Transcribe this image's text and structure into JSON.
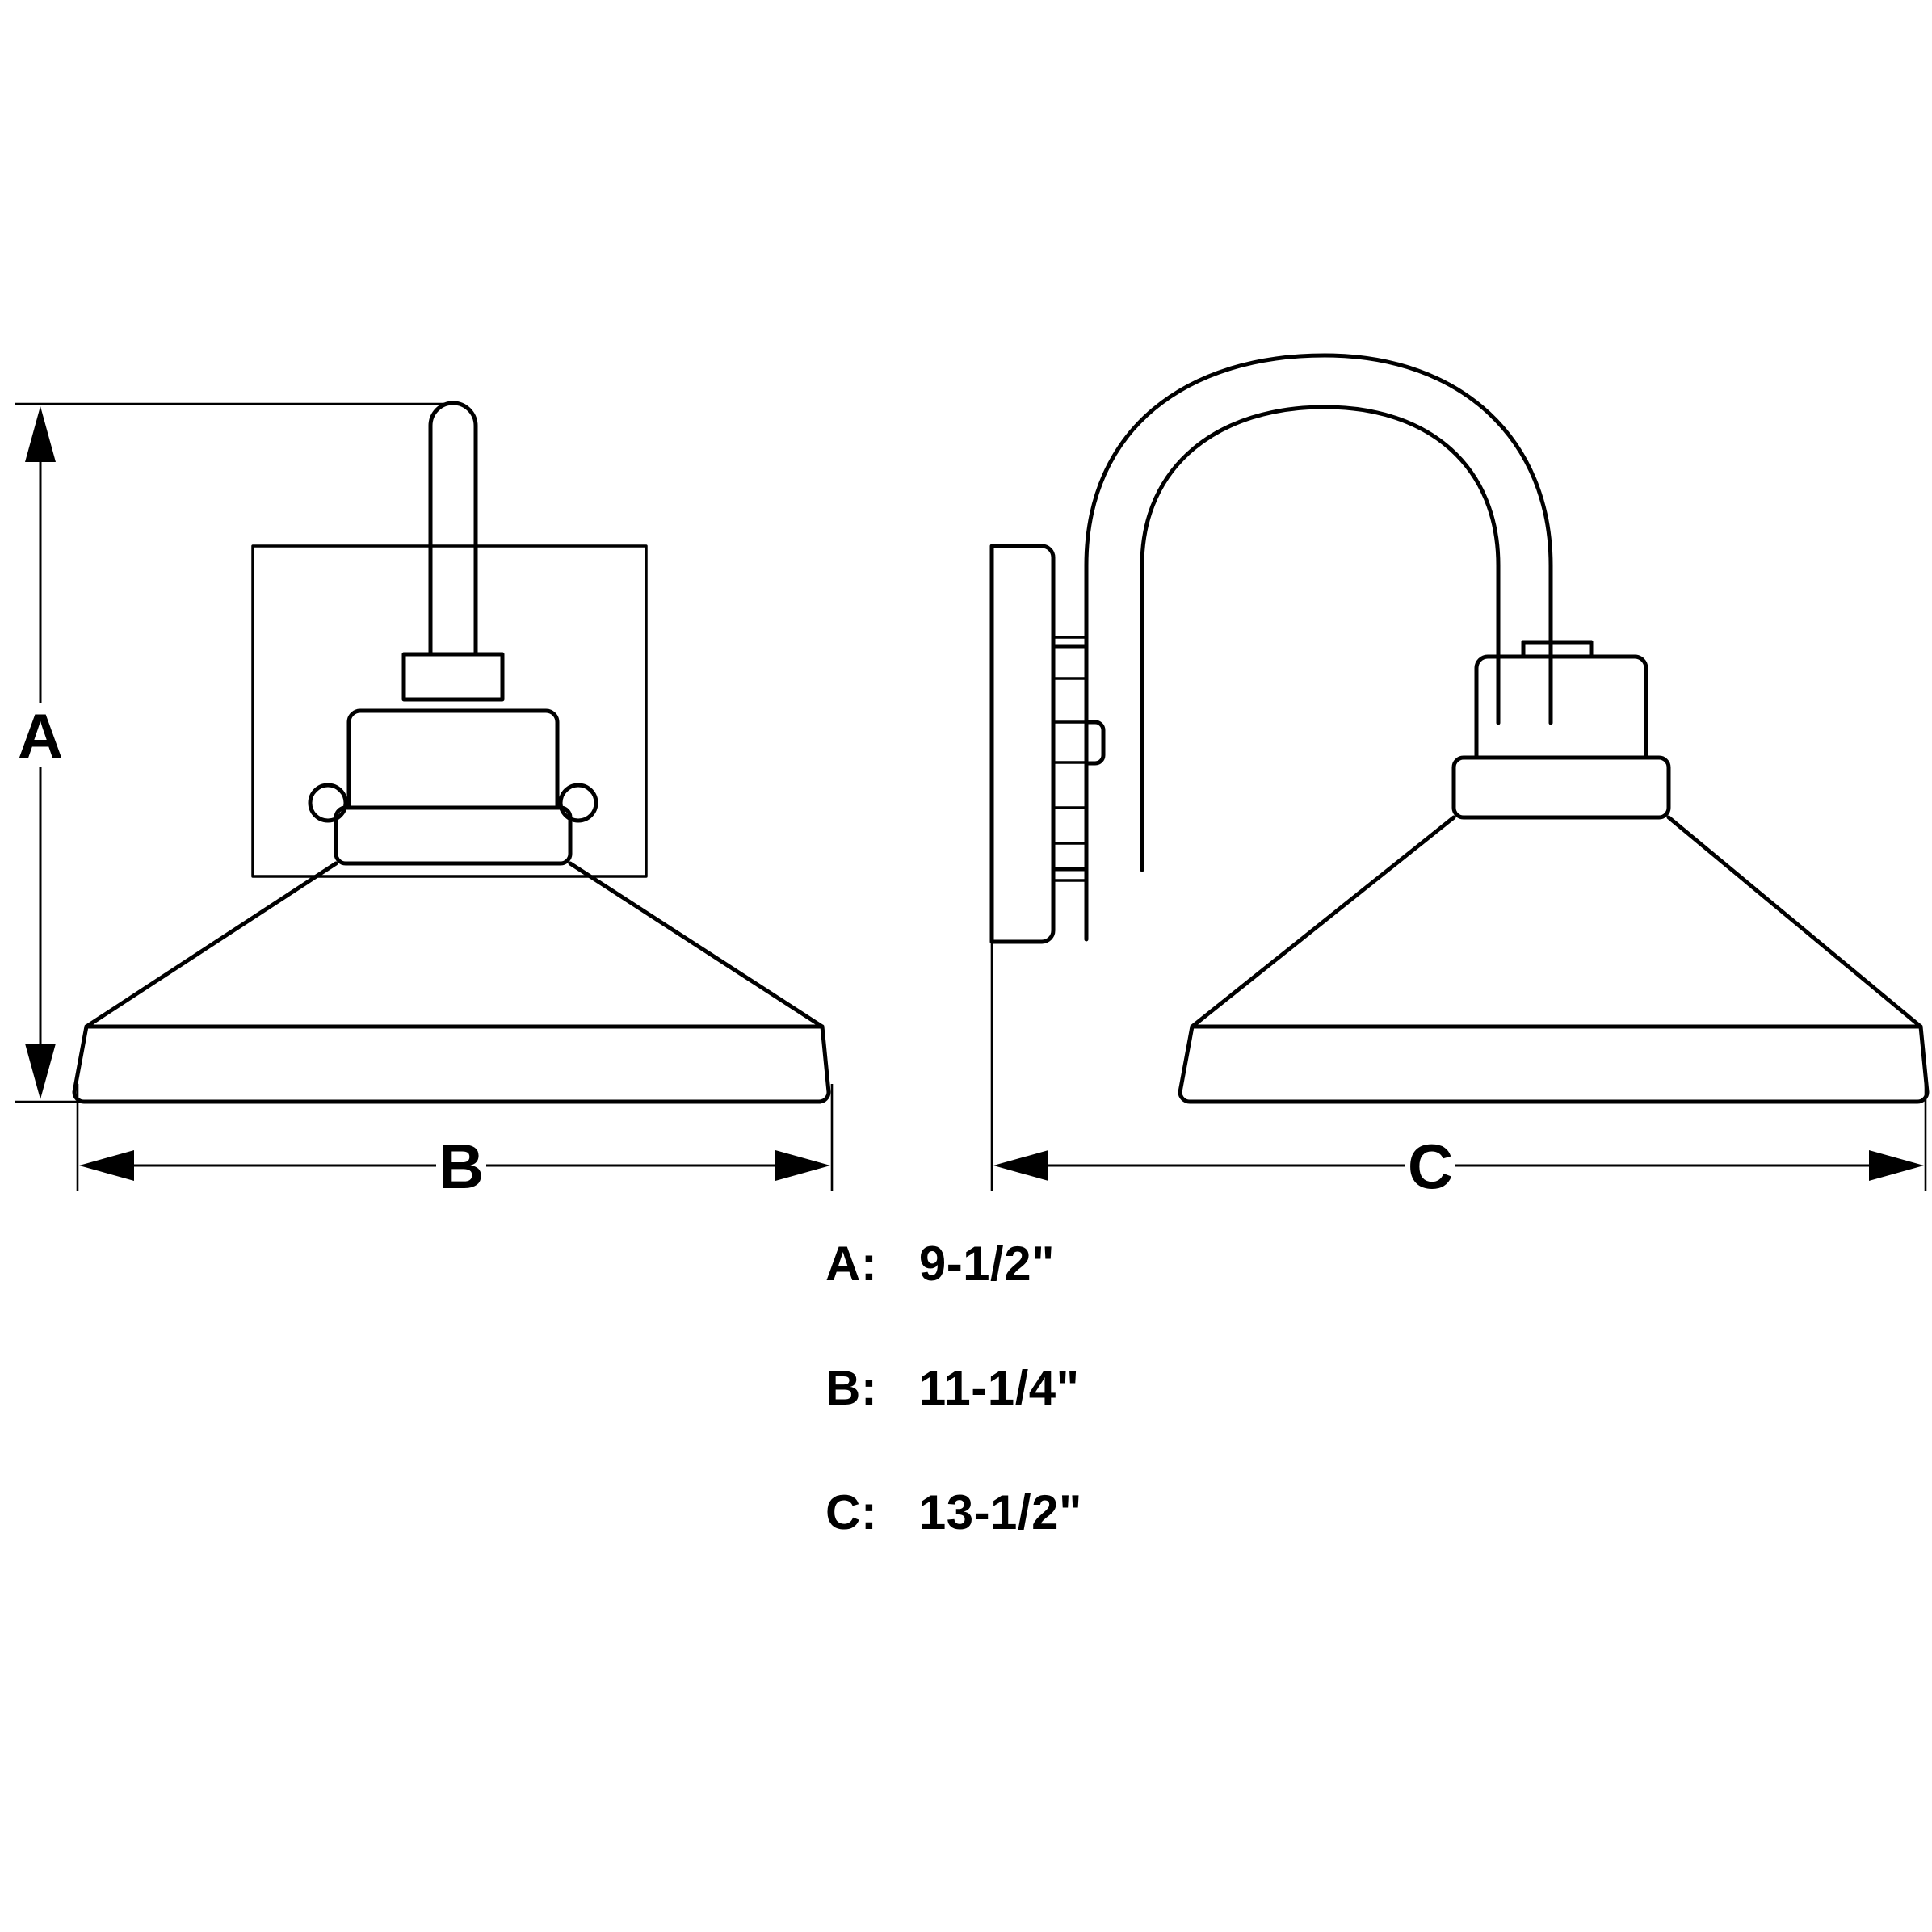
{
  "drawing": {
    "title": "Wall Sconce Dimension Drawing",
    "line_color": "#000000",
    "background_color": "#ffffff",
    "views": {
      "front": {
        "name": "front-elevation-view",
        "parts": [
          "backplate",
          "stem",
          "stem-collar",
          "socket-housing",
          "shade-neck-band",
          "shade-cone",
          "shade-rim-band",
          "left-knob",
          "right-knob"
        ]
      },
      "side": {
        "name": "side-elevation-view",
        "parts": [
          "wall-plate",
          "mount-bracket",
          "gooseneck-arm",
          "stem-collar",
          "socket-housing",
          "shade-neck-band",
          "shade-cone",
          "shade-rim-band"
        ]
      }
    }
  },
  "dimensions": {
    "a_letter": "A",
    "b_letter": "B",
    "c_letter": "C"
  },
  "specs": [
    {
      "key": "A:",
      "value": "9-1/2\""
    },
    {
      "key": "B:",
      "value": "11-1/4\""
    },
    {
      "key": "C:",
      "value": "13-1/2\""
    }
  ]
}
